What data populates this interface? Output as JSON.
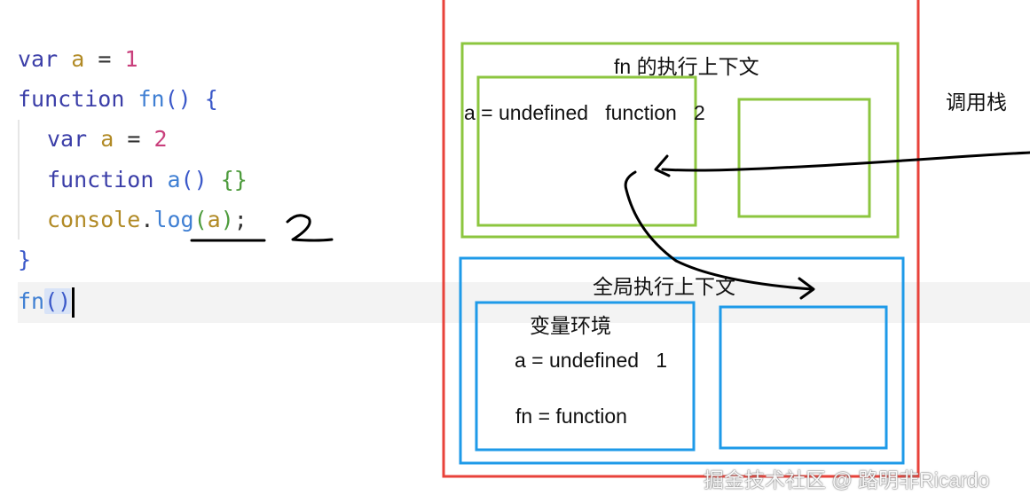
{
  "code": {
    "lines": [
      {
        "kw": "var",
        "id": "a",
        "op": "=",
        "num": "1"
      },
      {
        "kw": "function",
        "fn": "fn",
        "paren": "()",
        "brace": "{"
      },
      {
        "kw": "var",
        "id": "a",
        "op": "=",
        "num": "2"
      },
      {
        "kw": "function",
        "fn": "a",
        "paren": "()",
        "brace": "{}"
      },
      {
        "obj": "console",
        "dot": ".",
        "fn": "log",
        "open": "(",
        "arg": "a",
        "close": ")",
        "semi": ";"
      },
      {
        "brace": "}"
      },
      {
        "fn": "fn",
        "paren": "()"
      }
    ],
    "annotation": "2"
  },
  "diagram": {
    "call_stack_label": "调用栈",
    "fn_context": {
      "title": "fn 的执行上下文",
      "variable_env": "a = undefined   function   2"
    },
    "global_context": {
      "title": "全局执行上下文",
      "variable_env_title": "变量环境",
      "var_a": "a = undefined   1",
      "var_fn": "fn = function"
    },
    "colors": {
      "call_stack": "#e8423a",
      "fn_context": "#8cc63f",
      "global_context": "#1e9ae8",
      "ink": "#000000"
    }
  },
  "watermark": "掘金技术社区 @ 路明非Ricardo"
}
